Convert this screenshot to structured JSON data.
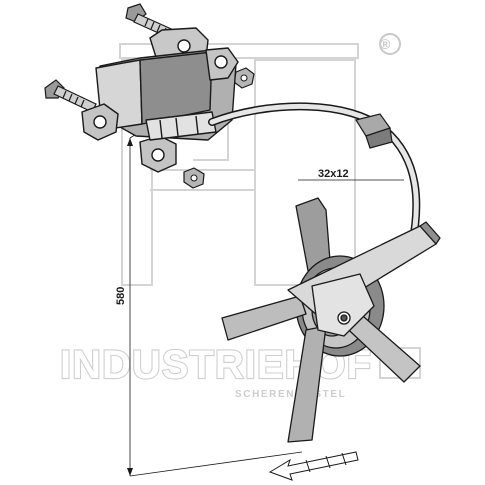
{
  "dimensions": {
    "height": "580",
    "rod": "32x12"
  },
  "watermark": {
    "brand": "INDUSTRIEHOF",
    "subtitle": "SCHERENMOSTEL",
    "mark": "®"
  },
  "colors": {
    "line": "#1a1a1a",
    "metal_light": "#d9d9d9",
    "metal_mid": "#a8a8a8",
    "metal_dark": "#6e6e6e",
    "watermark": "#cfcfcf"
  }
}
